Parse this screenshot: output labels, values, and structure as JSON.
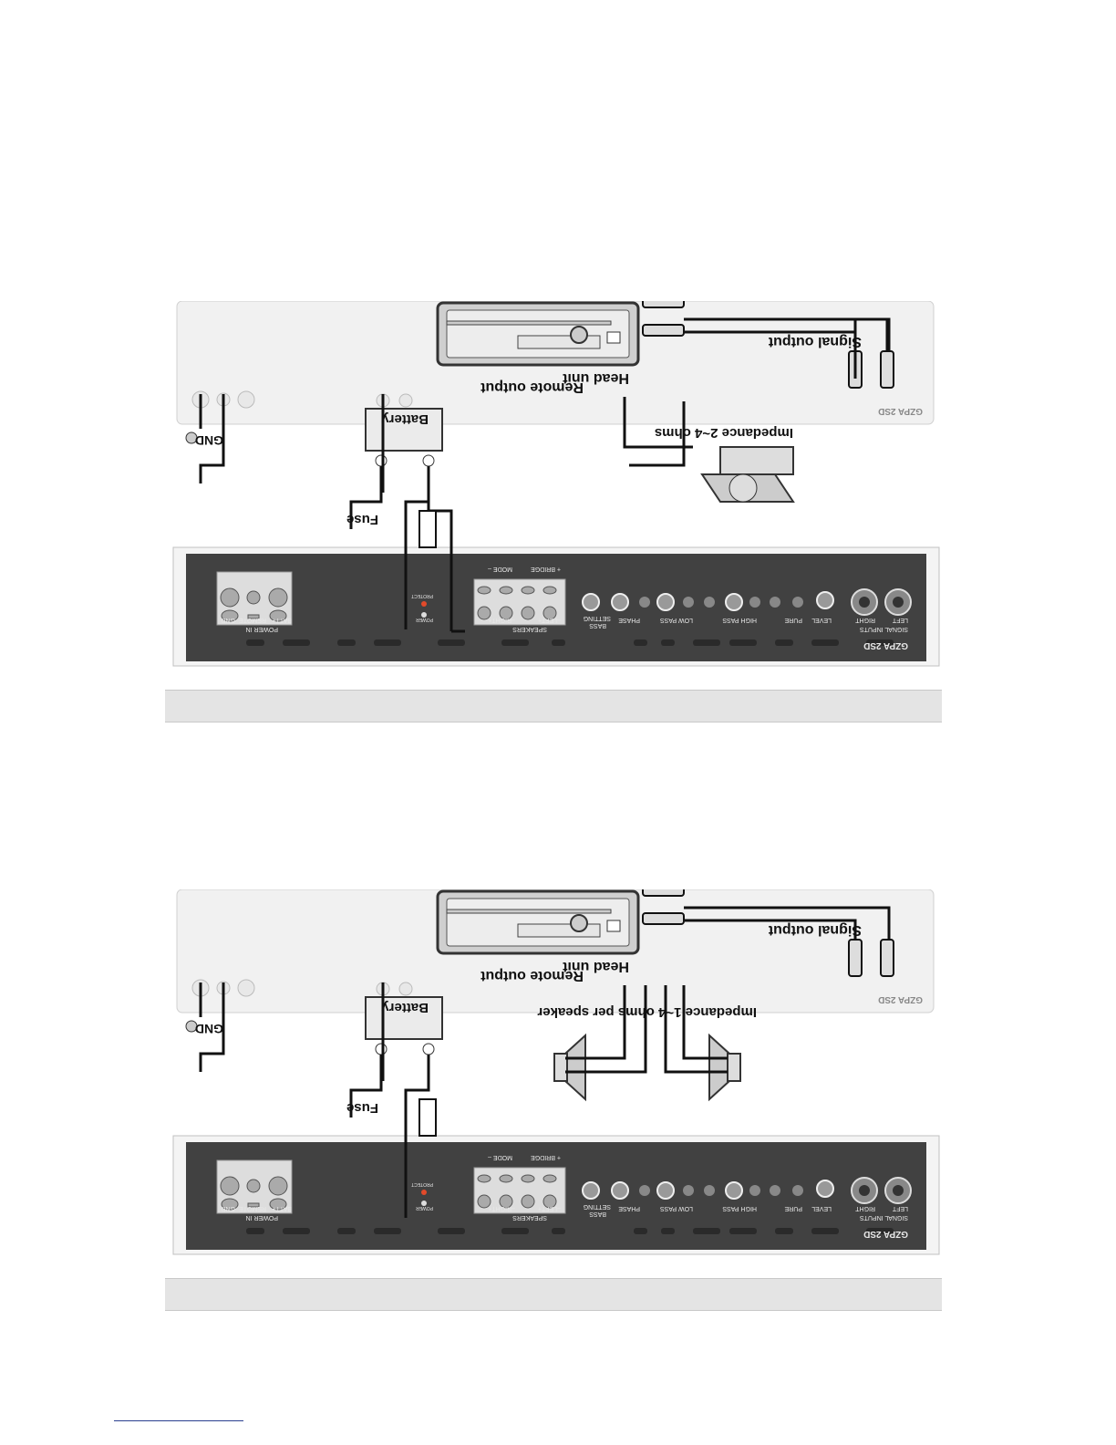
{
  "diagrams": [
    {
      "labels": {
        "remote": "Remote output",
        "head_unit": "Head unit",
        "signal": "Signal output",
        "battery": "Battery",
        "gnd": "GND",
        "fuse": "Fuse",
        "impedance": "Impedance 2~4 ohms"
      },
      "amp": {
        "model": "GZPA 2SD",
        "power_in": "POWER IN",
        "gnd": "GND",
        "remote": "REMOTE",
        "batt": "BATT+",
        "protect": "PROTECT",
        "power": "POWER",
        "speakers": "SPEAKERS",
        "bridge": "+ BRIDGE",
        "mode": "MODE –",
        "right_terms": "–RIGHT+",
        "left_terms": "–LEFT+",
        "bass": "BASS",
        "setting": "SETTING",
        "phase": "PHASE",
        "low_pass": "LOW PASS",
        "high_pass": "HIGH PASS",
        "pure": "PURE",
        "level": "LEVEL",
        "signal_inputs": "SIGNAL INPUTS",
        "right": "RIGHT",
        "left": "LEFT"
      }
    },
    {
      "labels": {
        "remote": "Remote output",
        "head_unit": "Head unit",
        "signal": "Signal output",
        "battery": "Battery",
        "gnd": "GND",
        "fuse": "Fuse",
        "impedance": "Impedance 1~4 ohms per speaker"
      },
      "amp": {
        "model": "GZPA 2SD",
        "power_in": "POWER IN",
        "gnd": "GND",
        "remote": "REMOTE",
        "batt": "BATT+",
        "protect": "PROTECT",
        "power": "POWER",
        "speakers": "SPEAKERS",
        "bridge": "+ BRIDGE",
        "mode": "MODE –",
        "right_terms": "–RIGHT+",
        "left_terms": "–LEFT+",
        "bass": "BASS",
        "setting": "SETTING",
        "phase": "PHASE",
        "low_pass": "LOW PASS",
        "high_pass": "HIGH PASS",
        "pure": "PURE",
        "level": "LEVEL",
        "signal_inputs": "SIGNAL INPUTS",
        "right": "RIGHT",
        "left": "LEFT"
      }
    }
  ]
}
